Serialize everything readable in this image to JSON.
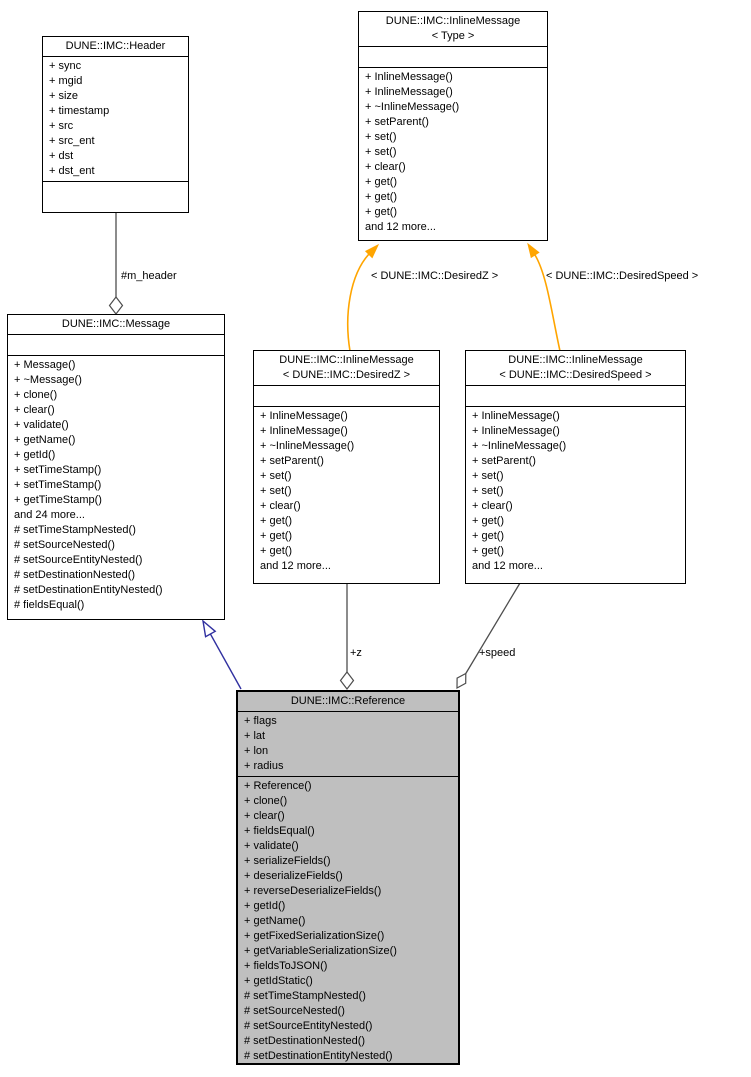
{
  "diagram": {
    "type": "uml-collaboration-diagram",
    "colors": {
      "box_border": "#000000",
      "aggregation_edge": "#4d4d4d",
      "inheritance_edge": "#3030a0",
      "template_edge": "#ffa500",
      "highlight_fill": "#bfbfbf",
      "box_fill": "#ffffff"
    },
    "boxes": {
      "header": {
        "title_lines": [
          "DUNE::IMC::Header"
        ],
        "attrs": [
          "+ sync",
          "+ mgid",
          "+ size",
          "+ timestamp",
          "+ src",
          "+ src_ent",
          "+ dst",
          "+ dst_ent"
        ],
        "methods": []
      },
      "inline_type": {
        "title_lines": [
          "DUNE::IMC::InlineMessage",
          "< Type >"
        ],
        "attrs": [],
        "methods": [
          "+ InlineMessage()",
          "+ InlineMessage()",
          "+ ~InlineMessage()",
          "+ setParent()",
          "+ set()",
          "+ set()",
          "+ clear()",
          "+ get()",
          "+ get()",
          "+ get()",
          "and 12 more..."
        ]
      },
      "message": {
        "title_lines": [
          "DUNE::IMC::Message"
        ],
        "attrs": [],
        "methods": [
          "+ Message()",
          "+ ~Message()",
          "+ clone()",
          "+ clear()",
          "+ validate()",
          "+ getName()",
          "+ getId()",
          "+ setTimeStamp()",
          "+ setTimeStamp()",
          "+ getTimeStamp()",
          "and 24 more...",
          "# setTimeStampNested()",
          "# setSourceNested()",
          "# setSourceEntityNested()",
          "# setDestinationNested()",
          "# setDestinationEntityNested()",
          "# fieldsEqual()"
        ]
      },
      "inline_desired_z": {
        "title_lines": [
          "DUNE::IMC::InlineMessage",
          "< DUNE::IMC::DesiredZ >"
        ],
        "attrs": [],
        "methods": [
          "+ InlineMessage()",
          "+ InlineMessage()",
          "+ ~InlineMessage()",
          "+ setParent()",
          "+ set()",
          "+ set()",
          "+ clear()",
          "+ get()",
          "+ get()",
          "+ get()",
          "and 12 more..."
        ]
      },
      "inline_desired_speed": {
        "title_lines": [
          "DUNE::IMC::InlineMessage",
          "< DUNE::IMC::DesiredSpeed >"
        ],
        "attrs": [],
        "methods": [
          "+ InlineMessage()",
          "+ InlineMessage()",
          "+ ~InlineMessage()",
          "+ setParent()",
          "+ set()",
          "+ set()",
          "+ clear()",
          "+ get()",
          "+ get()",
          "+ get()",
          "and 12 more..."
        ]
      },
      "reference": {
        "title_lines": [
          "DUNE::IMC::Reference"
        ],
        "attrs": [
          "+ flags",
          "+ lat",
          "+ lon",
          "+ radius"
        ],
        "methods": [
          "+ Reference()",
          "+ clone()",
          "+ clear()",
          "+ fieldsEqual()",
          "+ validate()",
          "+ serializeFields()",
          "+ deserializeFields()",
          "+ reverseDeserializeFields()",
          "+ getId()",
          "+ getName()",
          "+ getFixedSerializationSize()",
          "+ getVariableSerializationSize()",
          "+ fieldsToJSON()",
          "+ getIdStatic()",
          "# setTimeStampNested()",
          "# setSourceNested()",
          "# setSourceEntityNested()",
          "# setDestinationNested()",
          "# setDestinationEntityNested()"
        ]
      }
    },
    "edge_labels": {
      "m_header": "#m_header",
      "template_z": "< DUNE::IMC::DesiredZ >",
      "template_speed": "< DUNE::IMC::DesiredSpeed >",
      "z": "+z",
      "speed": "+speed"
    }
  }
}
